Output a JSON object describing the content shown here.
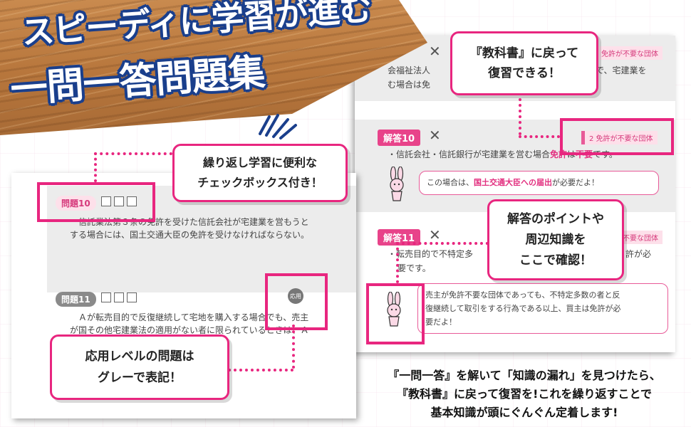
{
  "banner": {
    "title_line1": "スピーディに学習が進む",
    "title_line2": "一問一答問題集"
  },
  "answer_page": {
    "top_partial": {
      "x_mark": "✕",
      "tag": "免許が不要な団体",
      "text_line1": "会福祉法人",
      "text_line1_tail": "ので、宅建業を",
      "text_line2": "む場合は免"
    },
    "answer10": {
      "badge": "解答10",
      "x_mark": "✕",
      "tag": "2 免許が不要な団体",
      "text_pre": "・信託会社・信託銀行が宅建業を営む場合",
      "text_pink": "免許",
      "text_mid": "は",
      "text_pink2": "不要",
      "text_post": "です。",
      "speech_pre": "この場合は、",
      "speech_pink": "国土交通大臣への届出",
      "speech_post": "が必要だよ！"
    },
    "answer11": {
      "badge": "解答11",
      "x_mark": "✕",
      "tag": "免許が不要な団体",
      "text_line1": "・転売目的で不特定多",
      "text_line1_tail": "許が必",
      "text_line2": "要です。",
      "speech_line1": "売主が免許不要な団体であっても、不特定多数の者と反",
      "speech_line2": "復継続して取引をする行為である以上、買主は免許が必",
      "speech_line3": "要だよ！"
    }
  },
  "question_page": {
    "q10": {
      "badge": "問題10",
      "text_line1": "信託業法第３条の免許を受けた信託会社が宅建業を営もうと",
      "text_line2": "する場合には、国土交通大臣の免許を受けなければならない。"
    },
    "q11": {
      "badge": "問題11",
      "text_line1": "Ａが転売目的で反復継続して宅地を購入する場合でも、売主",
      "text_line2": "が国その他宅建業法の適用がない者に限られているときは、Ａ",
      "applied_icon_label": "応用"
    }
  },
  "callouts": {
    "textbook": "『教科書』に戻って\n復習できる！",
    "checkbox": "繰り返し学習に便利な\nチェックボックス付き！",
    "points": "解答のポイントや\n周辺知識を\nここで確認！",
    "applied": "応用レベルの問題は\nグレーで表記！"
  },
  "footer": {
    "line1": "『一問一答』を解いて「知識の漏れ」を見つけたら、",
    "line2": "『教科書』に戻って復習を!これを繰り返すことで",
    "line3": "基本知識が頭にぐんぐん定着します!"
  },
  "colors": {
    "accent_pink": "#e8267f",
    "title_outline": "#1a3f8c",
    "wood": "#b7763c",
    "gray_badge": "#8a8a8a"
  }
}
